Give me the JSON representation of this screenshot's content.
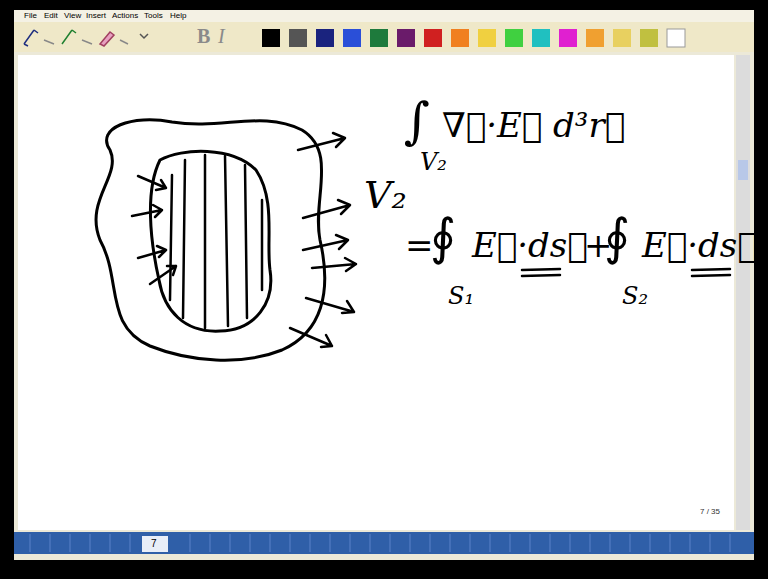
{
  "diagram": {
    "labels": [
      "File",
      "Edit",
      "View",
      "Insert",
      "Actions",
      "Tools",
      "Help",
      "B",
      "I",
      "∫",
      "V₂",
      "∇⃗·E⃗ d³r⃗",
      "V₂",
      "=",
      "∮",
      "S₁",
      "E⃗·ds⃗",
      "+",
      "∮",
      "S₂",
      "E⃗·ds⃗",
      "7 / 35",
      "7"
    ]
  }
}
